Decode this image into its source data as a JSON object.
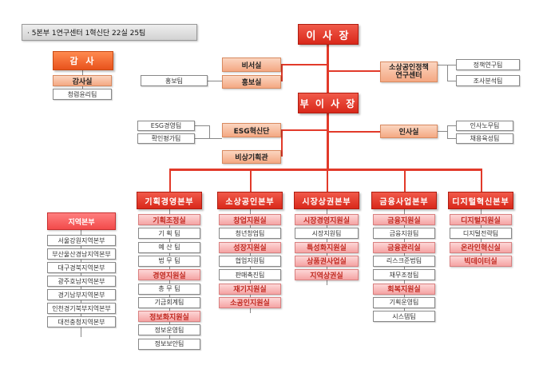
{
  "summary": "· 5본부  1연구센터  1혁신단  22실  25팀",
  "top": {
    "president": "이 사 장",
    "vice_president": "부 이 사 장"
  },
  "audit": {
    "head": "감 사",
    "office": "감사실",
    "team": "청렴윤리팀"
  },
  "president_units": {
    "secretary": "비서실",
    "pr_office": "홍보실",
    "pr_team": "홍보팀",
    "research_center": "소상공인정책\n연구센터",
    "research_teams": [
      "정책연구팀",
      "조사분석팀"
    ]
  },
  "vp_units": {
    "esg": "ESG혁신단",
    "esg_teams": [
      "ESG경영팀",
      "확인평가팀"
    ],
    "hr": "인사실",
    "hr_teams": [
      "인사노무팀",
      "채용육성팀"
    ],
    "emergency": "비상기획관"
  },
  "regional": {
    "head": "지역본부",
    "items": [
      "서울강원지역본부",
      "부산울산경남지역본부",
      "대구경북지역본부",
      "광주호남지역본부",
      "경기남부지역본부",
      "인천경기북부지역본부",
      "대전충청지역본부"
    ]
  },
  "divisions": [
    {
      "head": "기획경영본부",
      "items": [
        {
          "label": "기획조정실",
          "kind": "office"
        },
        {
          "label": "기 획 팀",
          "kind": "team"
        },
        {
          "label": "예 산 팀",
          "kind": "team"
        },
        {
          "label": "법 무 팀",
          "kind": "team"
        },
        {
          "label": "경영지원실",
          "kind": "office"
        },
        {
          "label": "총 무 팀",
          "kind": "team"
        },
        {
          "label": "기금회계팀",
          "kind": "team"
        },
        {
          "label": "정보화지원실",
          "kind": "office"
        },
        {
          "label": "정보운영팀",
          "kind": "team"
        },
        {
          "label": "정보보안팀",
          "kind": "team"
        }
      ]
    },
    {
      "head": "소상공인본부",
      "items": [
        {
          "label": "창업지원실",
          "kind": "office"
        },
        {
          "label": "청년창업팀",
          "kind": "team"
        },
        {
          "label": "성장지원실",
          "kind": "office"
        },
        {
          "label": "협업지원팀",
          "kind": "team"
        },
        {
          "label": "판매촉진팀",
          "kind": "team"
        },
        {
          "label": "재기지원실",
          "kind": "office"
        },
        {
          "label": "소공인지원실",
          "kind": "office"
        }
      ]
    },
    {
      "head": "시장상권본부",
      "items": [
        {
          "label": "시장경영지원실",
          "kind": "office"
        },
        {
          "label": "시장지원팀",
          "kind": "team"
        },
        {
          "label": "특성화지원실",
          "kind": "office"
        },
        {
          "label": "상품권사업실",
          "kind": "office"
        },
        {
          "label": "지역상권실",
          "kind": "office"
        }
      ]
    },
    {
      "head": "금융사업본부",
      "items": [
        {
          "label": "금융지원실",
          "kind": "office"
        },
        {
          "label": "금융지원팀",
          "kind": "team"
        },
        {
          "label": "금융관리실",
          "kind": "office"
        },
        {
          "label": "리스크준법팀",
          "kind": "team"
        },
        {
          "label": "채무조정팀",
          "kind": "team"
        },
        {
          "label": "회복지원실",
          "kind": "office"
        },
        {
          "label": "기획운영팀",
          "kind": "team"
        },
        {
          "label": "시스템팀",
          "kind": "team"
        }
      ]
    },
    {
      "head": "디지털혁신본부",
      "items": [
        {
          "label": "디지털지원실",
          "kind": "office"
        },
        {
          "label": "디지털전략팀",
          "kind": "team"
        },
        {
          "label": "온라인혁신실",
          "kind": "office"
        },
        {
          "label": "빅데이터실",
          "kind": "office"
        }
      ]
    }
  ]
}
